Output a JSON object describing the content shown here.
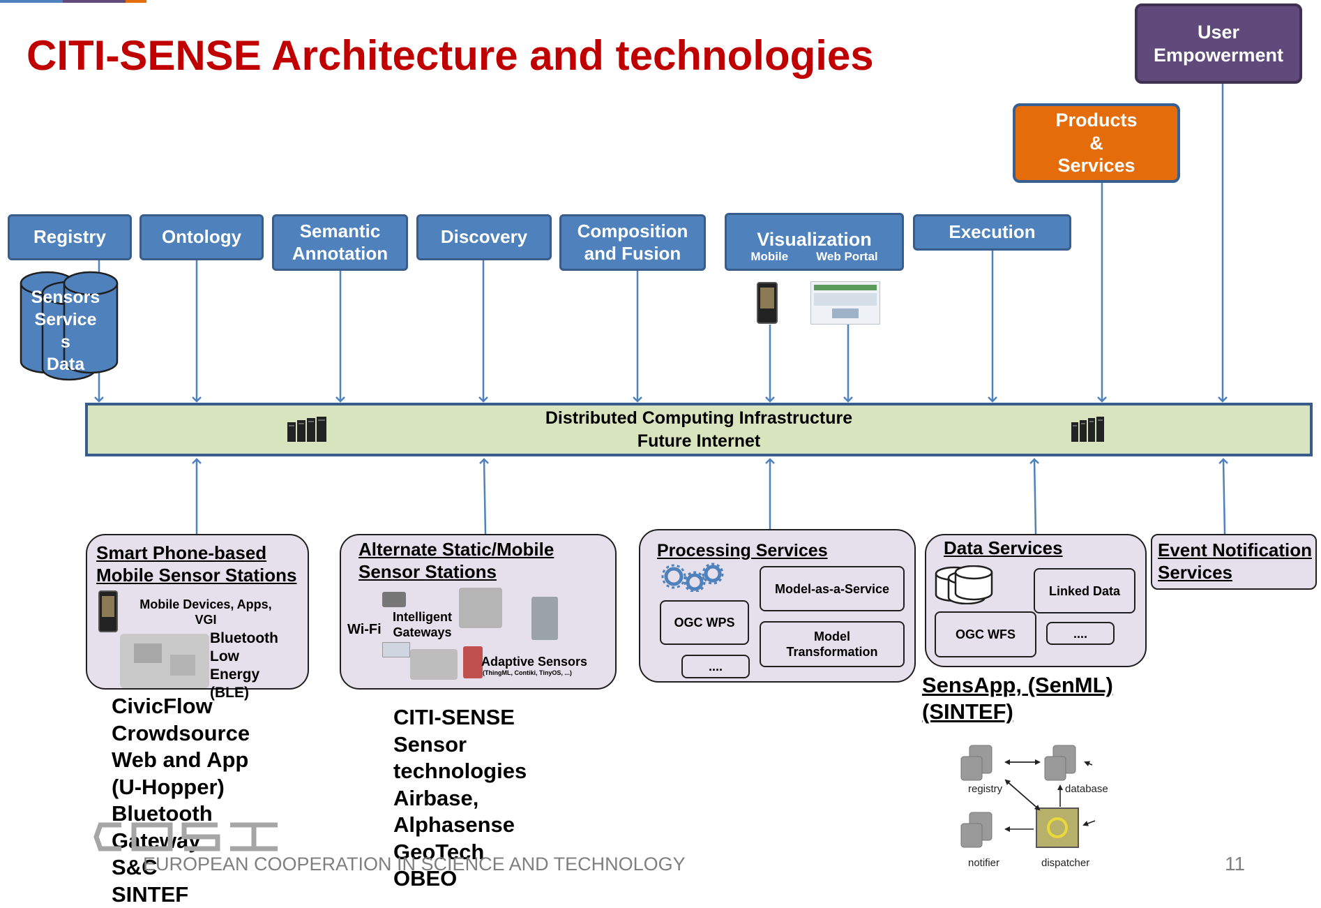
{
  "title": "CITI-SENSE Architecture and technologies",
  "top_boxes": {
    "user_empowerment": "User\nEmpowerment",
    "products_services": "Products\n&\nServices"
  },
  "services": {
    "registry": "Registry",
    "ontology": "Ontology",
    "semantic_annotation": "Semantic\nAnnotation",
    "discovery": "Discovery",
    "composition_fusion": "Composition\nand Fusion",
    "visualization": "Visualization",
    "visualization_mobile": "Mobile",
    "visualization_web_portal": "Web Portal",
    "execution": "Execution"
  },
  "sensors_cylinder": "Sensors\nService\ns\nData",
  "infrastructure": {
    "line1": "Distributed Computing Infrastructure",
    "line2": "Future Internet"
  },
  "panels": {
    "smartphone": {
      "title": "Smart Phone-based\nMobile Sensor Stations",
      "devices": "Mobile Devices, Apps,\nVGI",
      "ble": "Bluetooth\nLow\nEnergy\n(BLE)"
    },
    "alternate": {
      "title": "Alternate Static/Mobile\nSensor Stations",
      "wifi": "Wi-Fi",
      "gateways": "Intelligent\nGateways",
      "adaptive": "Adaptive Sensors",
      "adaptive_sub": "(ThingML, Contiki, TinyOS, ...)"
    },
    "processing": {
      "title": "Processing Services",
      "maas": "Model-as-a-Service",
      "ogc_wps": "OGC WPS",
      "model_transformation": "Model\nTransformation",
      "dots": "...."
    },
    "data": {
      "title": "Data Services",
      "linked_data": "Linked Data",
      "ogc_wfs": "OGC WFS",
      "dots": "...."
    },
    "event": {
      "title": "Event Notification\nServices"
    }
  },
  "civicflow_text": "CivicFlow\nCrowdsource\nWeb and App\n(U-Hopper)\nBluetooth\nGateway\n S&C\n SINTEF",
  "citisense_text": "CITI-SENSE\nSensor\ntechnologies\nAirbase,\nAlphasense\nGeoTech\nOBEO",
  "sensapp": "SensApp, (SenML)\n(SINTEF)",
  "sensapp_diagram": {
    "registry": "registry",
    "database": "database",
    "notifier": "notifier",
    "dispatcher": "dispatcher"
  },
  "footer": "EUROPEAN COOPERATION IN SCIENCE AND TECHNOLOGY",
  "page_number": "11",
  "colors": {
    "title_red": "#c00000",
    "service_blue": "#4f81bd",
    "user_purple": "#604a7b",
    "products_orange": "#e46c0a",
    "infra_green": "#d7e4bd",
    "panel_lavender": "#e6e0ec"
  }
}
